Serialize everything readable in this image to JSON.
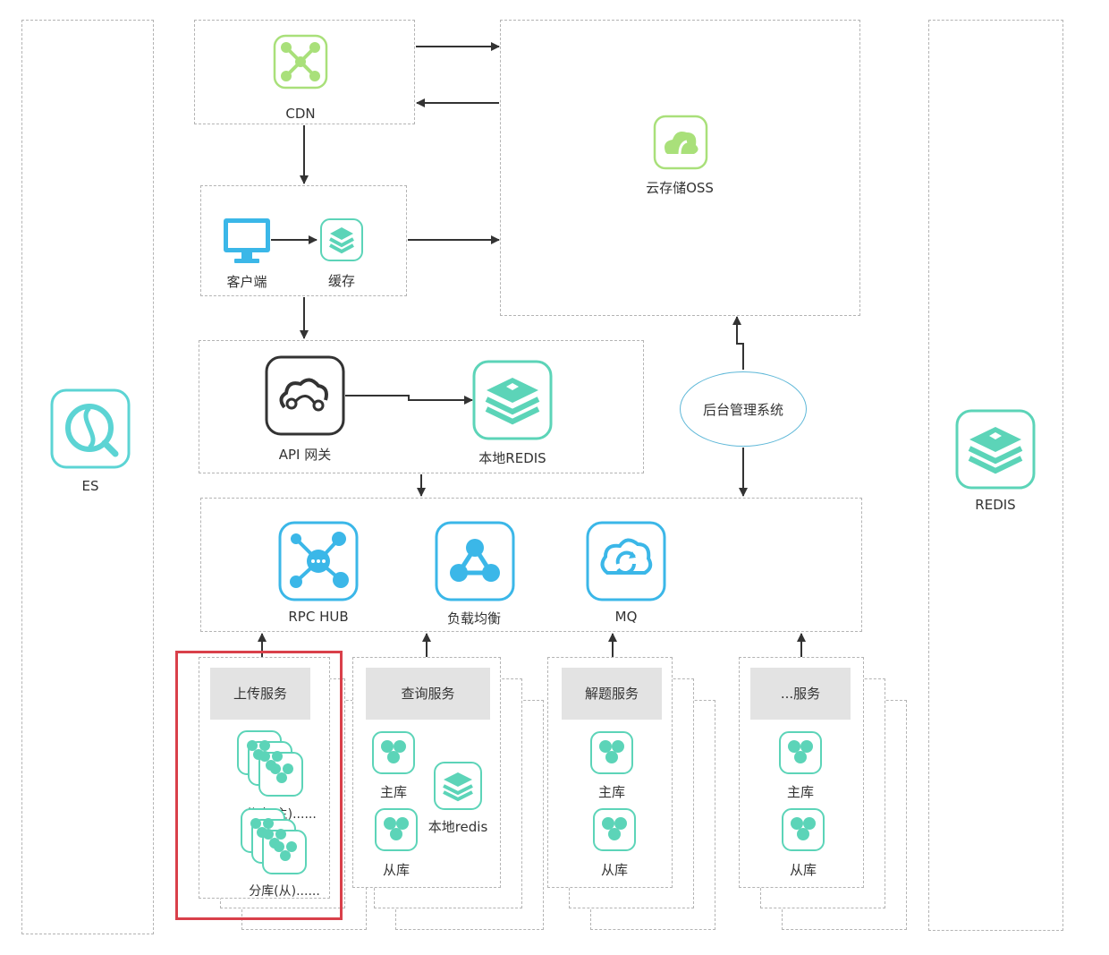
{
  "nodes": {
    "es": "ES",
    "cdn": "CDN",
    "oss": "云存储OSS",
    "client": "客户端",
    "cache": "缓存",
    "api_gateway": "API 网关",
    "local_redis": "本地REDIS",
    "admin": "后台管理系统",
    "redis": "REDIS",
    "rpc_hub": "RPC HUB",
    "load_balance": "负载均衡",
    "mq": "MQ"
  },
  "services": [
    {
      "title": "上传服务",
      "master": "分库(主)......",
      "slave": "分库(从)......",
      "highlighted": true
    },
    {
      "title": "查询服务",
      "master": "主库",
      "slave": "从库",
      "extra": "本地redis"
    },
    {
      "title": "解题服务",
      "master": "主库",
      "slave": "从库"
    },
    {
      "title": "...服务",
      "master": "主库",
      "slave": "从库"
    }
  ],
  "colors": {
    "teal": "#5cd4b8",
    "blue": "#3bb7e8",
    "lime": "#a9e07a",
    "dashed": "#b4b4b4",
    "highlight": "#d9404a"
  },
  "icons": {
    "es": "search-icon",
    "cdn": "network-icon",
    "oss": "cloud-icon",
    "client": "monitor-icon",
    "cache": "layers-icon",
    "api_gateway": "cloud-link-icon",
    "redis": "layers-icon",
    "rpc_hub": "hub-icon",
    "load_balance": "share-icon",
    "mq": "cloud-sync-icon",
    "db": "database-icon"
  }
}
